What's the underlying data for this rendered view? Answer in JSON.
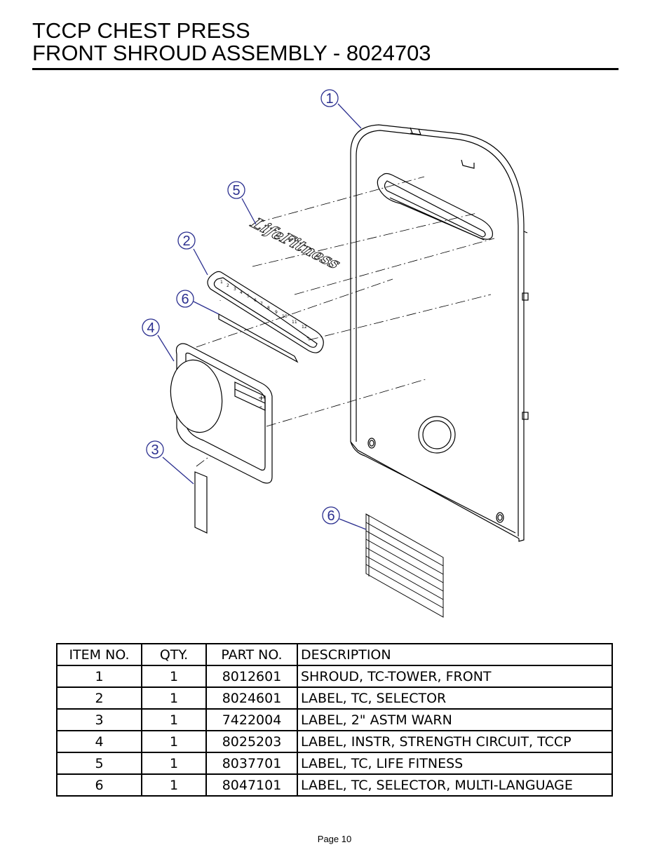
{
  "header": {
    "title_line1": "TCCP CHEST PRESS",
    "title_line2": "FRONT SHROUD ASSEMBLY - 8024703"
  },
  "drawing": {
    "callouts": [
      "1",
      "5",
      "2",
      "6",
      "4",
      "3",
      "6"
    ],
    "selector_ticks": [
      "1",
      "2",
      "3",
      "4",
      "5",
      "6",
      "7",
      "8",
      "9",
      "10",
      "11",
      "12"
    ],
    "selector_minus": "-",
    "selector_plus": "+",
    "instr_plus": "+",
    "instr_minus": "-",
    "logo_text": "LifeFitness",
    "colors": {
      "callout": "#2b2f8f",
      "line": "#000000"
    }
  },
  "bom": {
    "headers": [
      "ITEM NO.",
      "QTY.",
      "PART NO.",
      "DESCRIPTION"
    ],
    "rows": [
      [
        "1",
        "1",
        "8012601",
        "SHROUD, TC-TOWER, FRONT"
      ],
      [
        "2",
        "1",
        "8024601",
        "LABEL, TC, SELECTOR"
      ],
      [
        "3",
        "1",
        "7422004",
        "LABEL, 2\" ASTM WARN"
      ],
      [
        "4",
        "1",
        "8025203",
        "LABEL, INSTR, STRENGTH CIRCUIT, TCCP"
      ],
      [
        "5",
        "1",
        "8037701",
        "LABEL, TC, LIFE FITNESS"
      ],
      [
        "6",
        "1",
        "8047101",
        "LABEL, TC, SELECTOR, MULTI-LANGUAGE"
      ]
    ]
  },
  "footer": {
    "page": "Page 10"
  }
}
